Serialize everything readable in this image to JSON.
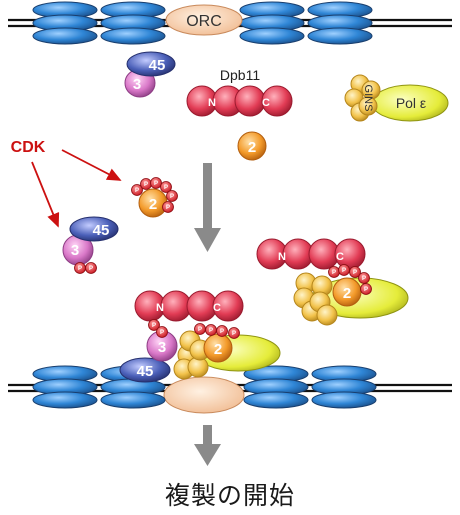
{
  "labels": {
    "orc": "ORC",
    "dpb11": "Dpb11",
    "n": "N",
    "c": "C",
    "cdc45": "45",
    "sld3": "3",
    "sld2": "2",
    "gins": "GINS",
    "pol_e": "Pol ε",
    "cdk": "CDK",
    "p": "P"
  },
  "caption": "複製の開始",
  "colors": {
    "mcm": "#2f86d6",
    "orc": "#f4c9a4",
    "cdc45": "#4a5fb8",
    "sld3": "#d978c8",
    "dpb11": "#e23c55",
    "sld2": "#f39a2a",
    "gins": "#f2c24a",
    "pol_e": "#e5ec3a",
    "phospho": "#e8242e",
    "cdk": "#cc1111",
    "arrow": "#8a8a8a"
  }
}
